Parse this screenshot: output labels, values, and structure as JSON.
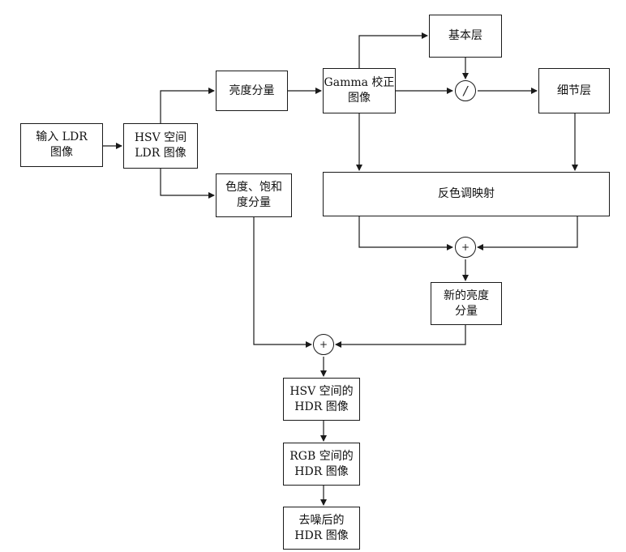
{
  "nodes": {
    "input_ldr": "输入  LDR\n图像",
    "hsv_ldr": "HSV 空间\nLDR 图像",
    "luminance": "亮度分量",
    "chroma_sat": "色度、饱和\n度分量",
    "gamma": "Gamma 校正\n图像",
    "base_layer": "基本层",
    "detail_layer": "细节层",
    "inverse_tone_map": "反色调映射",
    "new_luminance": "新的亮度\n分量",
    "hsv_hdr": "HSV 空间的\nHDR 图像",
    "rgb_hdr": "RGB 空间的\nHDR 图像",
    "denoised_hdr": "去噪后的\nHDR 图像"
  },
  "operators": {
    "divide": "/",
    "add_detail": "+",
    "add_merge": "+"
  },
  "colors": {
    "line": "#1a1a1a",
    "text": "#111111",
    "background": "#ffffff"
  }
}
